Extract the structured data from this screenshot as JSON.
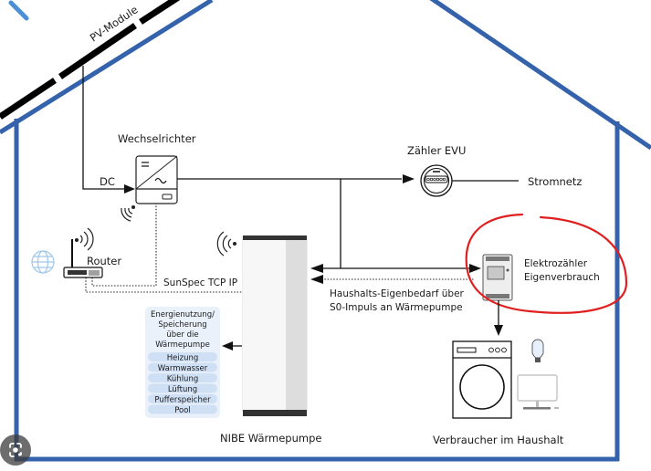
{
  "diagram": {
    "colors": {
      "house": "#3462ab",
      "pv": "#000000",
      "highlight": "#e02020",
      "infobox_bg": "#eaf1fb",
      "pill_bg": "#cfe0f5",
      "globe": "#9fc7ec"
    },
    "roof_label": "PV-Module",
    "inverter": {
      "label": "Wechselrichter",
      "dc_label": "DC",
      "icon": "inverter-icon"
    },
    "grid_meter": {
      "label": "Zähler EVU",
      "icon": "electricity-meter-icon"
    },
    "grid": {
      "label": "Stromnetz"
    },
    "router": {
      "label": "Router",
      "icon": "router-icon"
    },
    "globe_icon": "globe-icon",
    "sunspec_label": "SunSpec TCP IP",
    "own_meter": {
      "line1": "Elektrozähler",
      "line2": "Eigenverbrauch",
      "icon": "din-rail-meter-icon"
    },
    "s0_label": {
      "line1": "Haushalts-Eigenbedarf über",
      "line2": "S0-Impuls an Wärmepumpe"
    },
    "heatpump": {
      "label": "NIBE Wärmepumpe",
      "icon": "heat-pump-icon"
    },
    "infobox": {
      "title": [
        "Energienutzung/",
        "Speicherung",
        "über die",
        "Wärmepumpe"
      ],
      "items": [
        "Heizung",
        "Warmwasser",
        "Kühlung",
        "Lüftung",
        "Pufferspeicher",
        "Pool"
      ]
    },
    "consumers": {
      "label": "Verbraucher im Haushalt",
      "icons": [
        "washing-machine-icon",
        "light-bulb-icon",
        "monitor-icon"
      ]
    },
    "lens_button": "google-lens-icon"
  }
}
